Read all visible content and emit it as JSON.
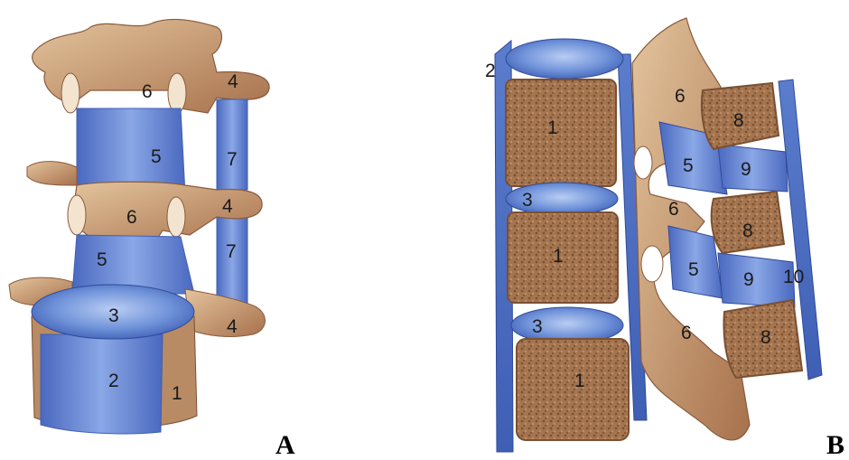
{
  "colors": {
    "bone": "#c9a27c",
    "bone_dark": "#9c6b4a",
    "bone_light": "#e6cba8",
    "ligament": "#6b8fd6",
    "ligament_dark": "#3f5fb5",
    "ligament_light": "#a9c0ee",
    "cancellous": "#a4754f",
    "cancellous_dark": "#7a5032"
  },
  "panels": [
    {
      "id": "A",
      "label": "A",
      "labels": [
        {
          "name": "label-6-upper",
          "text": "6"
        },
        {
          "name": "label-4-upper",
          "text": "4"
        },
        {
          "name": "label-5-upper",
          "text": "5"
        },
        {
          "name": "label-7-upper",
          "text": "7"
        },
        {
          "name": "label-6-middle",
          "text": "6"
        },
        {
          "name": "label-4-middle",
          "text": "4"
        },
        {
          "name": "label-5-lower",
          "text": "5"
        },
        {
          "name": "label-7-lower",
          "text": "7"
        },
        {
          "name": "label-3",
          "text": "3"
        },
        {
          "name": "label-4-lower",
          "text": "4"
        },
        {
          "name": "label-2",
          "text": "2"
        },
        {
          "name": "label-1",
          "text": "1"
        }
      ]
    },
    {
      "id": "B",
      "label": "B",
      "labels": [
        {
          "name": "label-2",
          "text": "2"
        },
        {
          "name": "label-1-upper",
          "text": "1"
        },
        {
          "name": "label-6-upper",
          "text": "6"
        },
        {
          "name": "label-8-upper",
          "text": "8"
        },
        {
          "name": "label-5-upper",
          "text": "5"
        },
        {
          "name": "label-9-upper",
          "text": "9"
        },
        {
          "name": "label-3-upper",
          "text": "3"
        },
        {
          "name": "label-6-middle",
          "text": "6"
        },
        {
          "name": "label-8-middle",
          "text": "8"
        },
        {
          "name": "label-1-middle",
          "text": "1"
        },
        {
          "name": "label-5-lower",
          "text": "5"
        },
        {
          "name": "label-9-lower",
          "text": "9"
        },
        {
          "name": "label-10",
          "text": "10"
        },
        {
          "name": "label-3-lower",
          "text": "3"
        },
        {
          "name": "label-6-lower",
          "text": "6"
        },
        {
          "name": "label-8-lower",
          "text": "8"
        },
        {
          "name": "label-1-lower",
          "text": "1"
        }
      ]
    }
  ]
}
